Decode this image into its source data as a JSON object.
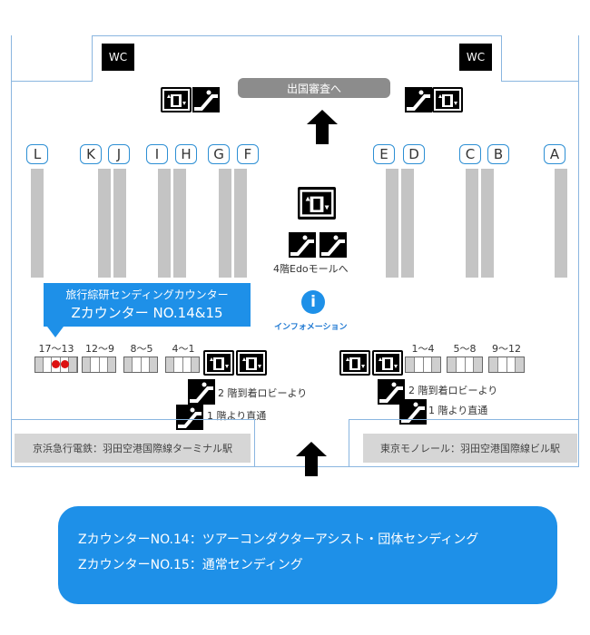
{
  "wc": {
    "left_label": "WC",
    "right_label": "WC"
  },
  "departure_sign": "出国審査へ",
  "counters_letters": [
    "L",
    "K",
    "J",
    "I",
    "H",
    "G",
    "F",
    "E",
    "D",
    "C",
    "B",
    "A"
  ],
  "center": {
    "mall_label": "4階Edoモールへ",
    "info_glyph": "i",
    "info_label": "インフォメーション"
  },
  "callout": {
    "line1": "旅行綜研センディングカウンター",
    "line2": "Zカウンター NO.14&15"
  },
  "left_ranges": [
    "17～13",
    "12～9",
    "8～5",
    "4～1"
  ],
  "right_ranges": [
    "1～4",
    "5～8",
    "9～12"
  ],
  "access_left": {
    "esc_2f": "2 階到着ロビーより",
    "esc_1f": "1 階より直通"
  },
  "access_right": {
    "esc_2f": "2 階到着ロビーより",
    "esc_1f": "1 階より直通"
  },
  "stations": {
    "left": "京浜急行電鉄：羽田空港国際線ターミナル駅",
    "right": "東京モノレール：羽田空港国際線ビル駅"
  },
  "legend": {
    "line1": "ZカウンターNO.14：ツアーコンダクターアシスト・団体センディング",
    "line2": "ZカウンターNO.15：通常センディング"
  },
  "colors": {
    "accent_blue": "#1e90e8",
    "column_grey": "#c4c4c4",
    "marker_red": "#dd1111"
  }
}
